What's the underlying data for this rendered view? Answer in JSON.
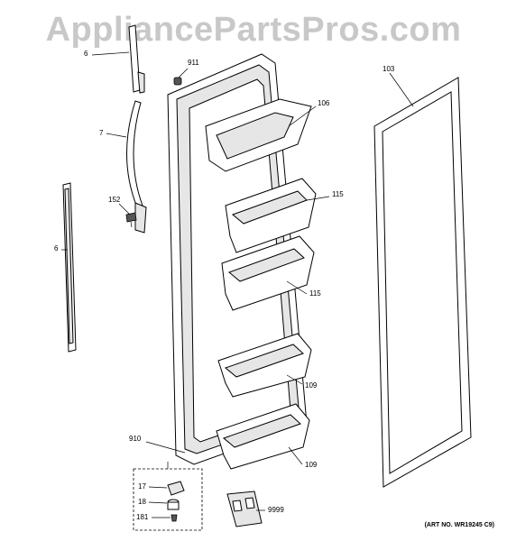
{
  "watermark": "AppliancePartsPros.com",
  "art_number": "(ART NO. WR19245 C9)",
  "callouts": {
    "handle_top_trim": "6",
    "handle": "7",
    "screw": "152",
    "handle_bottom_trim": "6",
    "plug_button": "911",
    "gasket": "103",
    "dairy_door": "106",
    "upper_bin_1": "115",
    "upper_bin_2": "115",
    "lower_bin_1": "109",
    "lower_bin_2": "109",
    "door_assembly": "910",
    "hinge_bracket": "17",
    "bushing": "18",
    "hinge_screw": "181",
    "hardware_kit": "9999"
  }
}
